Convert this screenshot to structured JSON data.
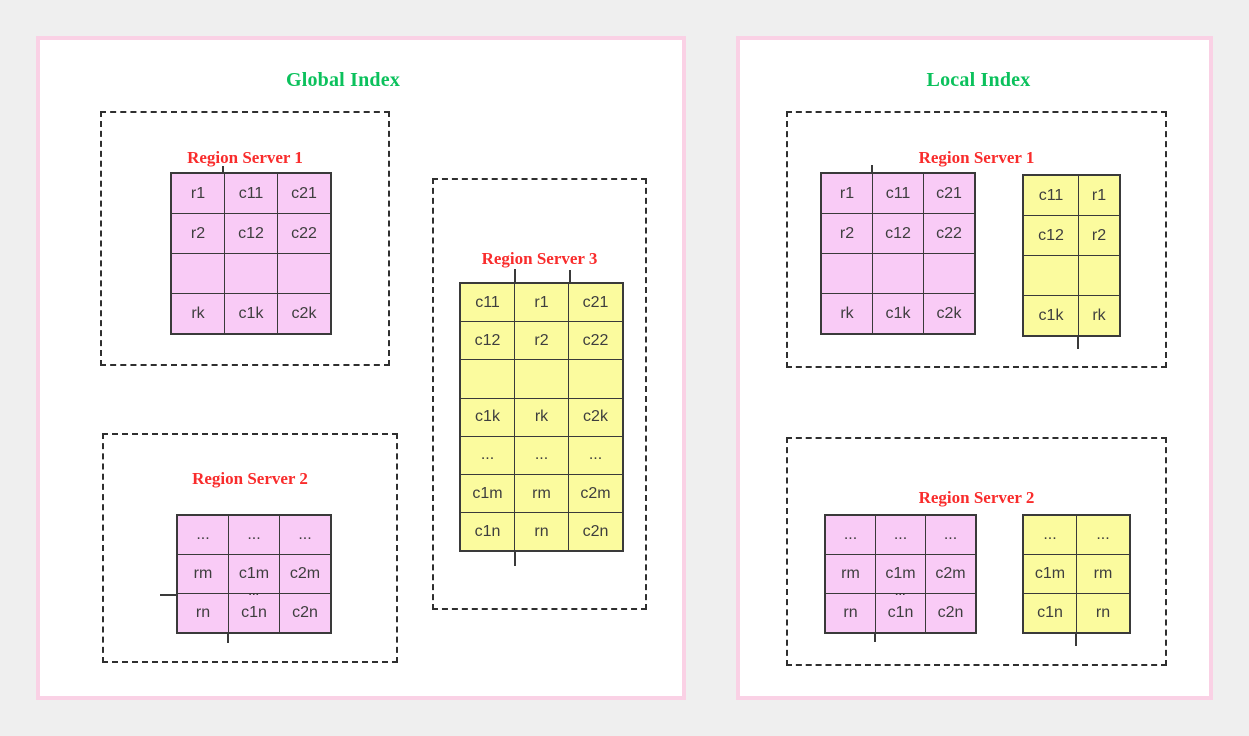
{
  "colors": {
    "page_bg": "#efefef",
    "panel_bg": "#ffffff",
    "panel_border": "#fad1e5",
    "dashed_border": "#2f2f2f",
    "pink_cell": "#f9cbf6",
    "yellow_cell": "#fbfb9e",
    "cell_border": "#3a3a3a",
    "cell_text": "#3e3e3e",
    "green_title": "#0bc15c",
    "red_title": "#f92c2c"
  },
  "global_index": {
    "title": "Global Index",
    "servers": [
      {
        "title": "Region Server 1",
        "tables": [
          {
            "color": "pink",
            "rows": [
              [
                "r1",
                "c11",
                "c21"
              ],
              [
                "r2",
                "c12",
                "c22"
              ],
              [
                "",
                "",
                ""
              ],
              [
                "rk",
                "c1k",
                "c2k"
              ]
            ]
          }
        ]
      },
      {
        "title": "Region Server 2",
        "tables": [
          {
            "color": "pink",
            "rows": [
              [
                "...",
                "...",
                "..."
              ],
              [
                "rm",
                "c1m",
                "c2m"
              ],
              [
                "rn",
                "c1n",
                "c2n"
              ]
            ],
            "mini_dots": {
              "text": "...",
              "row": 2,
              "col": 1
            }
          }
        ]
      },
      {
        "title": "Region Server 3",
        "tables": [
          {
            "color": "yellow",
            "rows": [
              [
                "c11",
                "r1",
                "c21"
              ],
              [
                "c12",
                "r2",
                "c22"
              ],
              [
                "",
                "",
                ""
              ],
              [
                "c1k",
                "rk",
                "c2k"
              ],
              [
                "...",
                "...",
                "..."
              ],
              [
                "c1m",
                "rm",
                "c2m"
              ],
              [
                "c1n",
                "rn",
                "c2n"
              ]
            ]
          }
        ]
      }
    ]
  },
  "local_index": {
    "title": "Local Index",
    "servers": [
      {
        "title": "Region Server 1",
        "tables": [
          {
            "color": "pink",
            "rows": [
              [
                "r1",
                "c11",
                "c21"
              ],
              [
                "r2",
                "c12",
                "c22"
              ],
              [
                "",
                "",
                ""
              ],
              [
                "rk",
                "c1k",
                "c2k"
              ]
            ]
          },
          {
            "color": "yellow",
            "rows": [
              [
                "c11",
                "r1"
              ],
              [
                "c12",
                "r2"
              ],
              [
                "",
                ""
              ],
              [
                "c1k",
                "rk"
              ]
            ]
          }
        ]
      },
      {
        "title": "Region Server 2",
        "tables": [
          {
            "color": "pink",
            "rows": [
              [
                "...",
                "...",
                "..."
              ],
              [
                "rm",
                "c1m",
                "c2m"
              ],
              [
                "rn",
                "c1n",
                "c2n"
              ]
            ],
            "mini_dots": {
              "text": "...",
              "row": 2,
              "col": 1
            }
          },
          {
            "color": "yellow",
            "rows": [
              [
                "...",
                "..."
              ],
              [
                "c1m",
                "rm"
              ],
              [
                "c1n",
                "rn"
              ]
            ]
          }
        ]
      }
    ]
  }
}
